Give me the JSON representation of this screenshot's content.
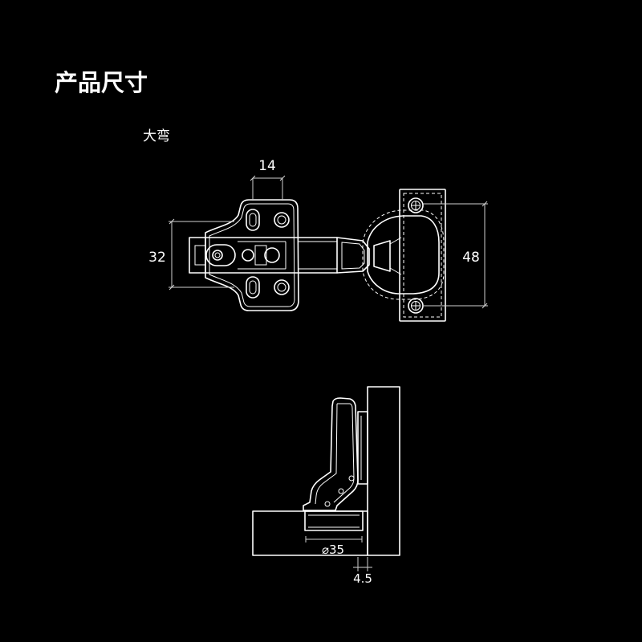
{
  "header": {
    "title": "产品尺寸",
    "subtitle": "大弯"
  },
  "dimensions": {
    "arm_width": "14",
    "base_height": "32",
    "plate_height": "48",
    "cup_diameter": "⌀35",
    "offset": "4.5"
  },
  "colors": {
    "background": "#000000",
    "line": "#ffffff"
  }
}
